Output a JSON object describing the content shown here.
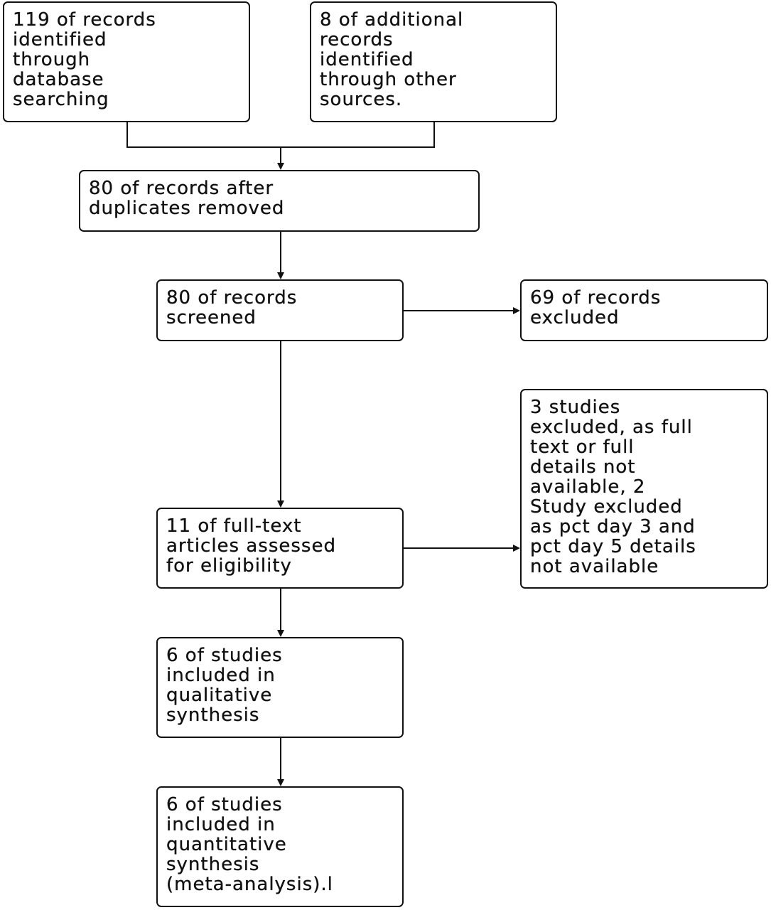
{
  "flowchart": {
    "identified_database": "119 of records\nidentified\nthrough\ndatabase\nsearching",
    "identified_other": "8 of additional\nrecords\nidentified\nthrough other\nsources.",
    "after_duplicates": "80 of records after\nduplicates removed",
    "screened": "80 of records\nscreened",
    "excluded": "69 of records\nexcluded",
    "assessed": "11 of full-text\narticles assessed\nfor eligibility",
    "fulltext_excluded": "3 studies\nexcluded, as full\ntext or full\ndetails not\navailable, 2\nStudy excluded\nas pct day 3 and\npct day 5 details\nnot available",
    "qualitative": "6 of studies\nincluded in\nqualitative\nsynthesis",
    "quantitative": "6 of studies\nincluded in\nquantitative\nsynthesis\n(meta-analysis).l"
  }
}
